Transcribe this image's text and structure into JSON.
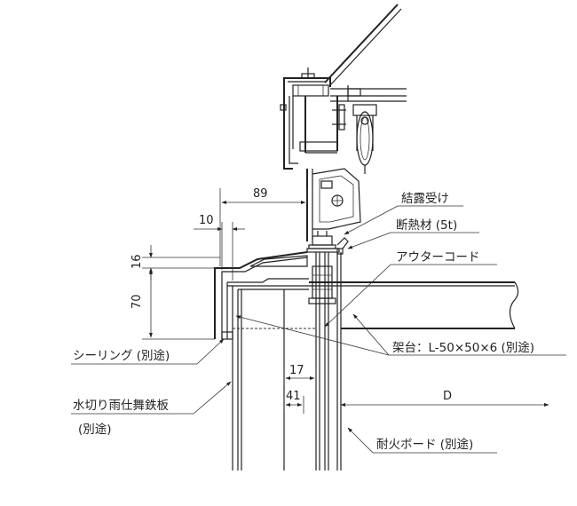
{
  "labels": {
    "condensation": "結露受け",
    "insulation": "断熱材 (5t)",
    "outer_cord": "アウターコード",
    "frame": "架台：L-50×50×6 (別途)",
    "sealing": "シーリング (別途)",
    "flashing_line1": "水切り雨仕舞鉄板",
    "flashing_line2": "(別途)",
    "fire_board": "耐火ボード (別途)"
  },
  "dimensions": {
    "d89": "89",
    "d10": "10",
    "d16": "16",
    "d70": "70",
    "d17": "17",
    "d41": "41",
    "dD": "D"
  }
}
